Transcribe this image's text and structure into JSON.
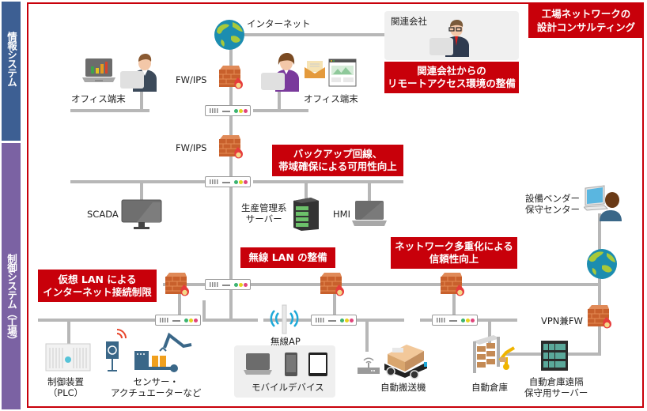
{
  "sidebar": {
    "info_system": "情報システム",
    "control_system": "制御システム（工場）"
  },
  "title": "工場ネットワークの\n設計コンサルティング",
  "title_lines": [
    "工場ネットワークの",
    "設計コンサルティング"
  ],
  "nodes": {
    "internet": "インターネット",
    "fw_ips_top": "FW/IPS",
    "fw_ips_mid": "FW/IPS",
    "office_left": "オフィス端末",
    "office_right": "オフィス端末",
    "affiliate": "関連会社",
    "scada": "SCADA",
    "production_server_lines": [
      "生産管理系",
      "サーバー"
    ],
    "hmi": "HMI",
    "vendor_center_lines": [
      "設備ベンダー",
      "保守センター"
    ],
    "vpn_fw": "VPN兼FW",
    "plc_lines": [
      "制御装置",
      "（PLC）"
    ],
    "sensor_lines": [
      "センサー・",
      "アクチュエーターなど"
    ],
    "wireless_ap": "無線AP",
    "mobile_devices": "モバイルデバイス",
    "agv": "自動搬送機",
    "auto_warehouse": "自動倉庫",
    "warehouse_server_lines": [
      "自動倉庫遠隔",
      "保守用サーバー"
    ]
  },
  "callouts": {
    "remote_access": [
      "関連会社からの",
      "リモートアクセス環境の整備"
    ],
    "backup_line": [
      "バックアップ回線、",
      "帯域確保による可用性向上"
    ],
    "wireless_lan": [
      "無線 LAN の整備"
    ],
    "redundancy": [
      "ネットワーク多重化による",
      "信頼性向上"
    ],
    "vlan": [
      "仮想 LAN による",
      "インターネット接続制限"
    ]
  },
  "colors": {
    "accent_red": "#c8000a",
    "info_blue": "#3d5f93",
    "control_purple": "#7b62a3",
    "line_gray": "#b7b7b7"
  }
}
